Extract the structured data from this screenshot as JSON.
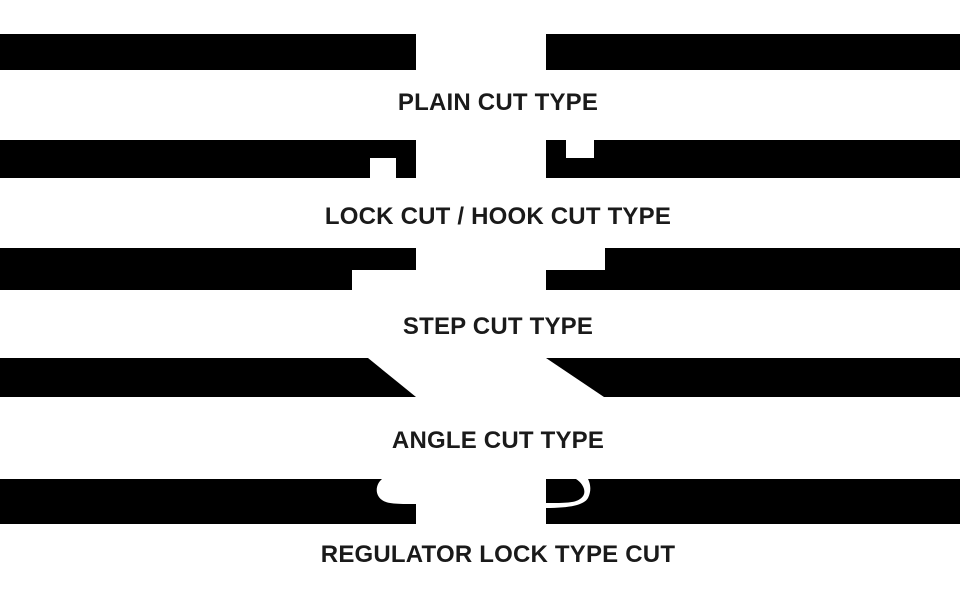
{
  "title": "",
  "colors": {
    "ring": "#000000",
    "background": "#ffffff",
    "text": "#1a1a1a"
  },
  "cut_types": [
    {
      "id": "plain",
      "label": "PLAIN CUT TYPE"
    },
    {
      "id": "lock",
      "label": "LOCK CUT / HOOK CUT TYPE"
    },
    {
      "id": "step",
      "label": "STEP CUT TYPE"
    },
    {
      "id": "angle",
      "label": "ANGLE CUT TYPE"
    },
    {
      "id": "regulator",
      "label": "REGULATOR LOCK TYPE CUT"
    }
  ]
}
